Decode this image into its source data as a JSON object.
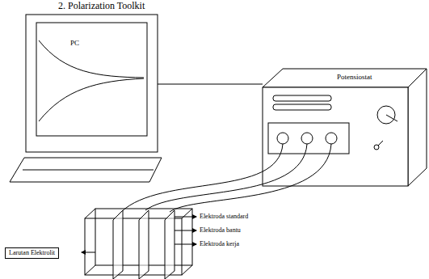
{
  "diagram": {
    "title": "2. Polarization Toolkit",
    "nodes": [
      {
        "text": [
          "PC"
        ]
      },
      {
        "text": [
          "Potensiostat"
        ]
      }
    ],
    "edges": [
      {
        "from": 0,
        "to": 1,
        "arrow": "none"
      }
    ],
    "labels": [
      "Elektroda standard",
      "Elektroda bantu",
      "Elektroda kerja",
      "Larutan Elektrolit"
    ]
  }
}
